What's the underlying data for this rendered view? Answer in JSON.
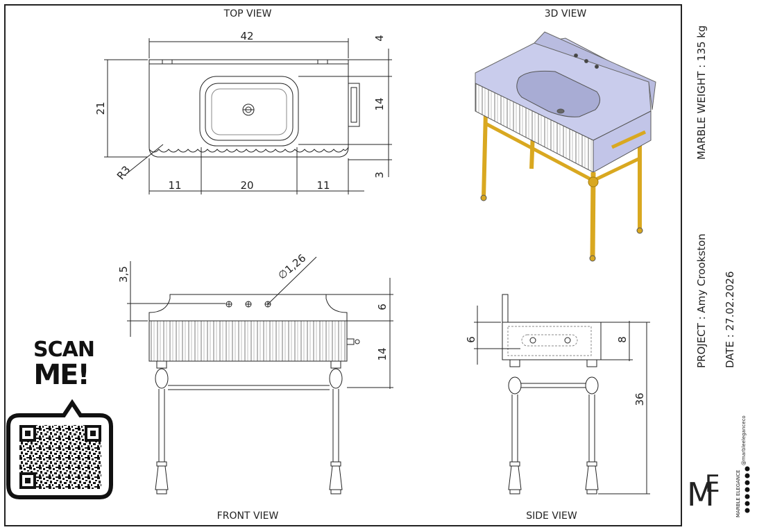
{
  "views": {
    "top": "TOP VIEW",
    "view3d": "3D VIEW",
    "front": "FRONT VIEW",
    "side": "SIDE VIEW"
  },
  "top_dims": {
    "width": "42",
    "depth": "21",
    "backsplash": "4",
    "basin": "14",
    "front_edge": "3",
    "radius": "R3",
    "left": "11",
    "center": "20",
    "right": "11"
  },
  "front_dims": {
    "splash_height": "3,5",
    "hole": "∅1,26",
    "slab": "6",
    "apron": "14"
  },
  "side_dims": {
    "left": "6",
    "right": "8",
    "height": "36"
  },
  "info": {
    "weight": "MARBLE WEIGHT : 135 kg",
    "project": "PROJECT : Amy Crookston",
    "date": "DATE : 27.02.2026"
  },
  "qr": {
    "line1": "SCAN",
    "line2": "ME!"
  },
  "brand": {
    "name": "MARBLE ELEGANCE",
    "handle": "@marbleeleganceco"
  },
  "colors": {
    "line": "#222222",
    "marble": "#c9ccec",
    "brass": "#d9a820"
  }
}
